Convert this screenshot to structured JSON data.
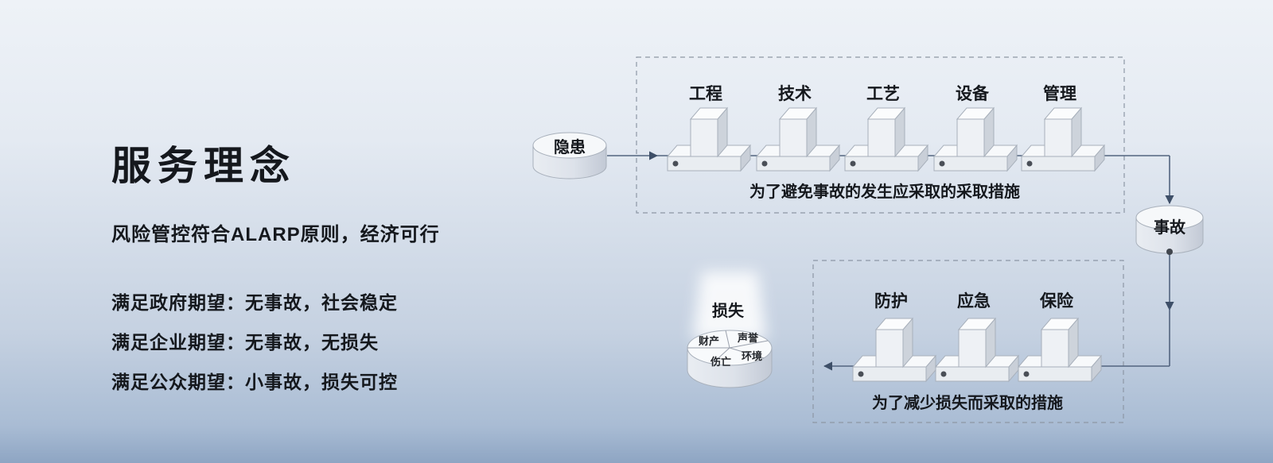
{
  "left_panel": {
    "title": "服务理念",
    "subtitle": "风险管控符合ALARP原则，经济可行",
    "expectations": [
      "满足政府期望：无事故，社会稳定",
      "满足企业期望：无事故，无损失",
      "满足公众期望：小事故，损失可控"
    ]
  },
  "diagram": {
    "hazard": "隐患",
    "accident": "事故",
    "loss": "损失",
    "prevention": {
      "barriers": [
        "工程",
        "技术",
        "工艺",
        "设备",
        "管理"
      ],
      "caption": "为了避免事故的发生应采取的采取措施"
    },
    "mitigation": {
      "barriers": [
        "防护",
        "应急",
        "保险"
      ],
      "caption": "为了减少损失而采取的措施"
    },
    "loss_segments": [
      "财产",
      "声誉",
      "伤亡",
      "环境"
    ],
    "colors": {
      "insurance_green": "#1a9e3a",
      "text": "#15181d"
    }
  }
}
